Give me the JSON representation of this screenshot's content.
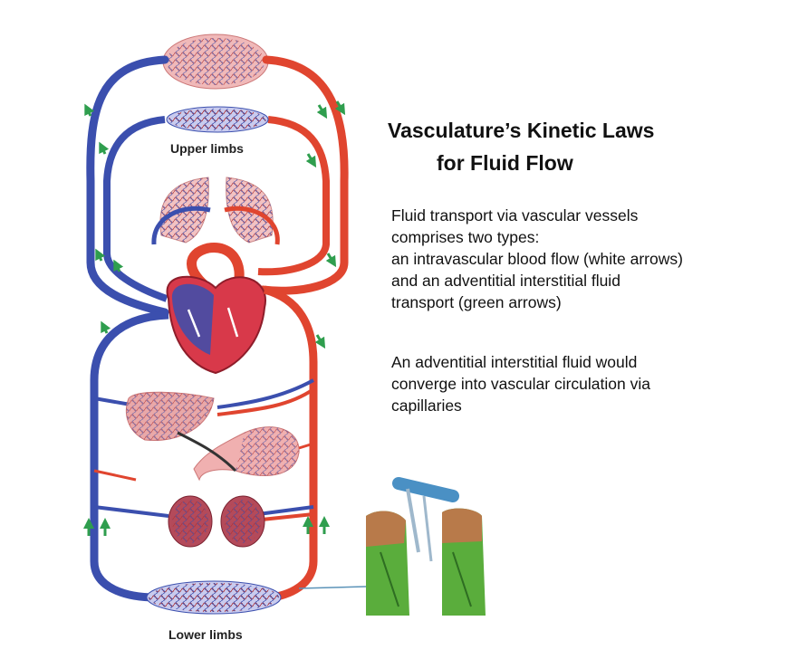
{
  "title_lines": [
    "Vasculature’s Kinetic Laws",
    "for Fluid Flow"
  ],
  "paragraph1": [
    "Fluid transport via vascular vessels",
    "comprises two types:",
    "an intravascular blood flow (white arrows)",
    "and an adventitial interstitial fluid",
    "transport (green arrows)"
  ],
  "paragraph2": [
    "An adventitial interstitial fluid would",
    "converge into vascular circulation via",
    "capillaries"
  ],
  "labels": {
    "upper": "Upper limbs",
    "lower": "Lower limbs"
  },
  "colors": {
    "vein": "#3b4fae",
    "artery": "#e0452f",
    "green_arrow": "#2f9e4e",
    "organ": "#e9a8a8"
  }
}
